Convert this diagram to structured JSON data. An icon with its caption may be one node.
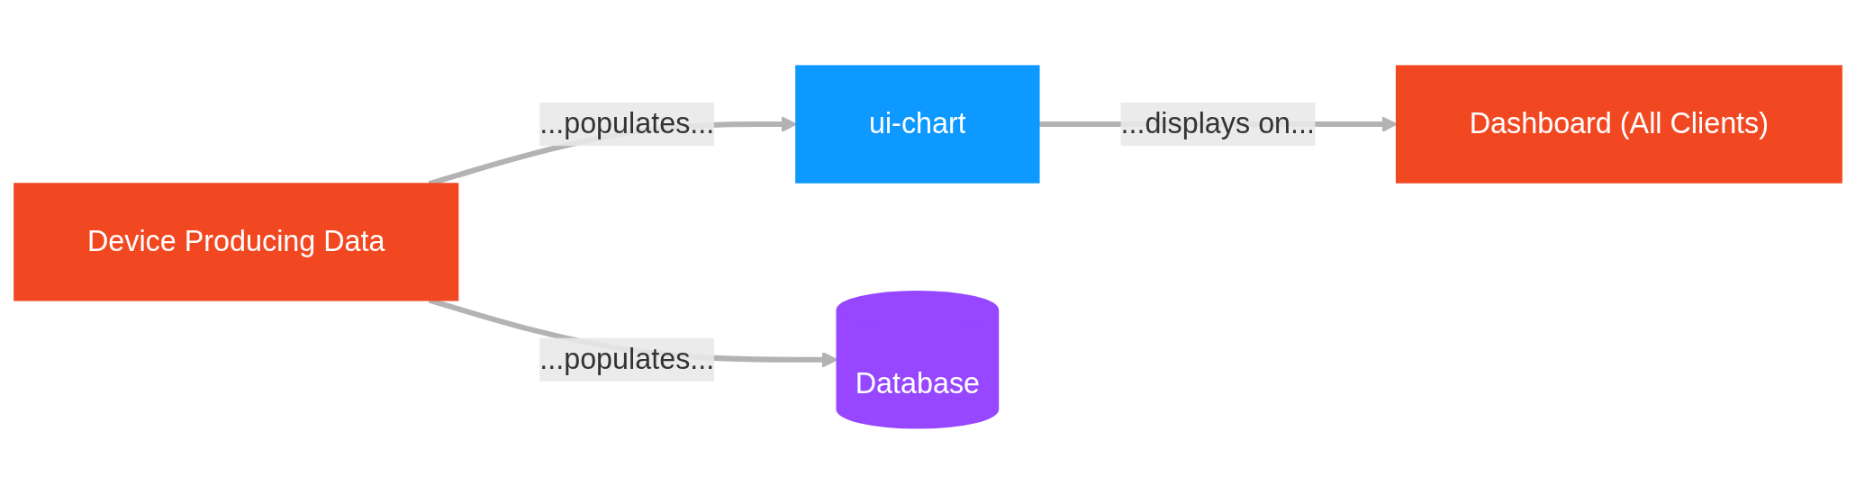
{
  "diagram": {
    "nodes": [
      {
        "text": [
          "Device Producing Data"
        ]
      },
      {
        "text": [
          "ui-chart"
        ]
      },
      {
        "text": [
          "Dashboard (All Clients)"
        ]
      },
      {
        "text": [
          "Database"
        ]
      }
    ],
    "edges": [
      {
        "from": 0,
        "to": 1,
        "arrow": "to",
        "label": "...populates..."
      },
      {
        "from": 1,
        "to": 2,
        "arrow": "to",
        "label": "...displays on..."
      },
      {
        "from": 0,
        "to": 3,
        "arrow": "to",
        "label": "...populates..."
      }
    ]
  }
}
